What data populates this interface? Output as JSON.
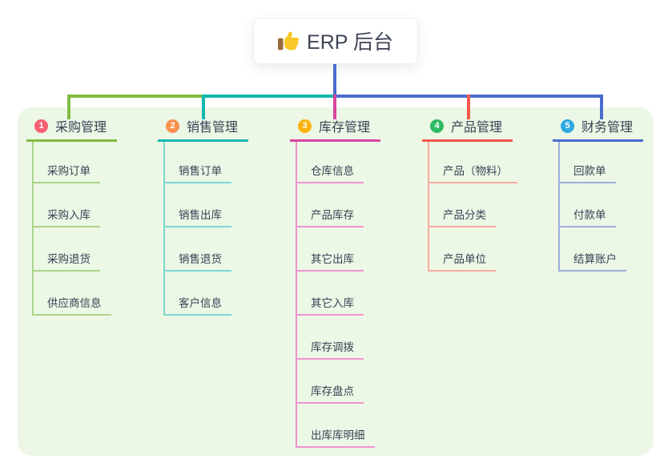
{
  "root": {
    "label": "ERP 后台",
    "icon": "thumbs-up-icon"
  },
  "branches": [
    {
      "badge": "1",
      "title": "采购管理",
      "color": "#82bb41",
      "light_color": "#abd58b",
      "badge_color": "#f75e72",
      "items": [
        "采购订单",
        "采购入库",
        "采购退货",
        "供应商信息"
      ]
    },
    {
      "badge": "2",
      "title": "销售管理",
      "color": "#12b7ae",
      "light_color": "#7ed7d0",
      "badge_color": "#f7904f",
      "items": [
        "销售订单",
        "销售出库",
        "销售退货",
        "客户信息"
      ]
    },
    {
      "badge": "3",
      "title": "库存管理",
      "color": "#d8459f",
      "light_color": "#ef94cb",
      "badge_color": "#fcb310",
      "items": [
        "仓库信息",
        "产品库存",
        "其它出库",
        "其它入库",
        "库存调拨",
        "库存盘点",
        "出库库明细"
      ]
    },
    {
      "badge": "4",
      "title": "产品管理",
      "color": "#f4584b",
      "light_color": "#f9aaa3",
      "badge_color": "#2fba64",
      "items": [
        "产品（物料）",
        "产品分类",
        "产品单位"
      ]
    },
    {
      "badge": "5",
      "title": "财务管理",
      "color": "#4a6cd0",
      "light_color": "#9daede",
      "badge_color": "#2fa9e1",
      "items": [
        "回款单",
        "付款单",
        "结算账户"
      ]
    }
  ],
  "colors": {
    "panel_background": "#ecf7e6",
    "root_stem": "#4a6cd0",
    "text": "#3b4155",
    "thumb_yellow": "#f8c828",
    "thumb_cuff": "#9a6a3c"
  }
}
